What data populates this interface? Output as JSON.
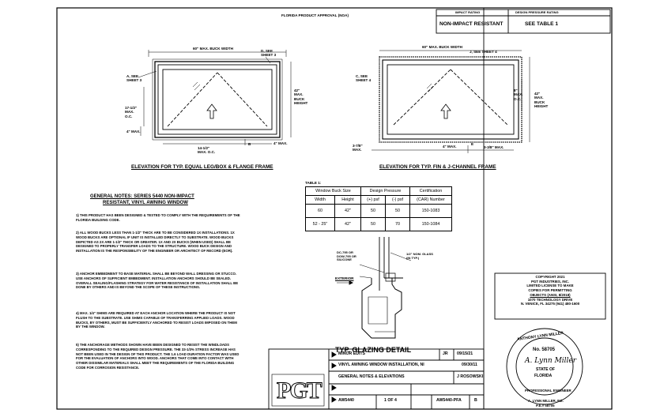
{
  "top": {
    "approval": "FLORIDA PRODUCT APPROVAL (NOA)",
    "impact_header": "IMPACT RATING",
    "dp_header": "DESIGN PRESSURE RATING",
    "impact_value": "NON-IMPACT RESISTANT",
    "dp_value": "SEE TABLE 1"
  },
  "left_elev": {
    "width_dim": "60\" MAX. BUCK WIDTH",
    "see_sheet": "D, SEE SHEET 3",
    "a_see": "A, SEE SHEET 3",
    "height_dim": "42\" MAX. BUCK HEIGHT",
    "oc_left": "17-1/2\" MAX. O.C.",
    "edge_left": "4\" MAX.",
    "oc_bottom": "14-1/2\" MAX. O.C.",
    "b_label": "B",
    "edge_right": "4\" MAX.",
    "caption": "ELEVATION FOR TYP. EQUAL LEG/BOX & FLANGE FRAME"
  },
  "right_elev": {
    "width_dim": "60\" MAX. BUCK WIDTH",
    "j_see": "J, SEE SHEET 4",
    "c_see": "C, SEE SHEET 4",
    "height_dim": "42\" MAX. BUCK HEIGHT",
    "oc_right": "8\" MAX. O.C.",
    "edge_left": "3-7/8\" MAX.",
    "edge_mid": "4\" MAX.",
    "e_label": "E",
    "edge_right": "3-3/8\" MAX.",
    "caption": "ELEVATION FOR TYP. FIN & J-CHANNEL FRAME"
  },
  "table": {
    "title": "TABLE 1:",
    "h_buck": "Window Buck Size",
    "h_dp": "Design Pressure",
    "h_cert": "Certification",
    "h_width": "Width",
    "h_height": "Height",
    "h_pos": "(+) psf",
    "h_neg": "(-) psf",
    "h_num": "(CAR) Number",
    "rows": [
      {
        "width": "60",
        "height": "42\"",
        "pos": "50",
        "neg": "50",
        "num": "150-1083"
      },
      {
        "width": "52 - 25\"",
        "height": "42\"",
        "pos": "50",
        "neg": "70",
        "num": "150-1084"
      }
    ]
  },
  "notes": {
    "header1": "GENERAL NOTES: SERIES 5440 NON-IMPACT",
    "header2": "RESISTANT, VINYL AWNING WINDOW",
    "items": [
      "1) THIS PRODUCT HAS BEEN DESIGNED & TESTED TO COMPLY WITH THE REQUIREMENTS OF THE FLORIDA BUILDING CODE.",
      "2) ALL WOOD BUCKS LESS THAN 1-1/2\" THICK ARE TO BE CONSIDERED 1X INSTALLATIONS. 1X WOOD BUCKS ARE OPTIONAL IF UNIT IS INSTALLED DIRECTLY TO SUBSTRATE. WOOD BUCKS DEPICTED AS 2X ARE 1-1/2\" THICK OR GREATER. 1X AND 2X BUCKS (WHEN USED) SHALL BE DESIGNED TO PROPERLY TRANSFER LOADS TO THE STRUCTURE. WOOD BUCK DESIGN AND INSTALLATION IS THE RESPONSIBILITY OF THE ENGINEER OR ARCHITECT OF RECORD (EOR).",
      "3) ANCHOR EMBEDMENT TO BASE MATERIAL SHALL BE BEYOND WALL DRESSING OR STUCCO. USE ANCHORS OF SUFFICIENT EMBEDMENT. INSTALLATION ANCHORS SHOULD BE SEALED. OVERALL SEALING/FLASHING STRATEGY FOR WATER RESISTANCE OF INSTALLATION SHALL BE DONE BY OTHERS AND IS BEYOND THE SCOPE OF THESE INSTRUCTIONS.",
      "4) MAX. 1/4\" SHIMS ARE REQUIRED AT EACH ANCHOR LOCATION WHERE THE PRODUCT IS NOT FLUSH TO THE SUBSTRATE. USE SHIMS CAPABLE OF TRANSFERRING APPLIED LOADS. WOOD BUCKS, BY OTHERS, MUST BE SUFFICIENTLY ANCHORED TO RESIST LOADS IMPOSED ON THEM BY THE WINDOW.",
      "5) THE ANCHORAGE METHODS SHOWN HAVE BEEN DESIGNED TO RESIST THE WINDLOADS CORRESPONDING TO THE REQUIRED DESIGN PRESSURE. THE 33-1/3% STRESS INCREASE HAS NOT BEEN USED IN THE DESIGN OF THIS PRODUCT. THE 1.6 LOAD DURATION FACTOR WAS USED FOR THE EVALUATION OF ANCHORS INTO WOOD. ANCHORS THAT COME INTO CONTACT WITH OTHER DISSIMILAR MATERIALS SHALL MEET THE REQUIREMENTS OF THE FLORIDA BUILDING CODE FOR CORROSION RESISTANCE."
    ]
  },
  "detail": {
    "sealant": "DC-795 OR DOW-795 OR SILICONE",
    "glass": "1/2\" NOM. GLASS (IN TYP.)",
    "exterior": "EXTERIOR",
    "caption": "TYP. GLAZING DETAIL"
  },
  "copyright": {
    "line1": "COPYRIGHT 2021",
    "line2": "PGT INDUSTRIES, INC.",
    "line3": "LIMITED LICENSE TO MAKE",
    "line4": "COPIES FOR PERMITTING",
    "line5": "OBJECTS (ANSI, 8/2018)",
    "line6": "1070 TECHNOLOGY DRIVE",
    "line7": "N. VENICE, FL 34275 (941) 480-1600"
  },
  "seal": {
    "top": "ANTHONY LYNN MILLER",
    "license": "No. 58705",
    "state": "STATE OF",
    "state2": "FLORIDA",
    "side": "PROFESSIONAL ENGINEER",
    "signature": "A. Lynn Miller",
    "under1": "A. LYNN MILLER, P.E.",
    "under2": "P.E.# 58705"
  },
  "titleblock": {
    "logo": "PGT",
    "rev_label": "MINOR EDITS",
    "rev_by": "JR",
    "rev_date": "09/15/21",
    "title": "VINYL AWNING WINDOW INSTALLATION, NI",
    "title_date": "09/30/11",
    "sheet_title": "GENERAL NOTES & ELEVATIONS",
    "drawn": "J ROSOWSKI",
    "series": "AW5440",
    "sheet_no": "1 OF 4",
    "dwg_no": "AW5440-PFA",
    "rev": "B"
  }
}
